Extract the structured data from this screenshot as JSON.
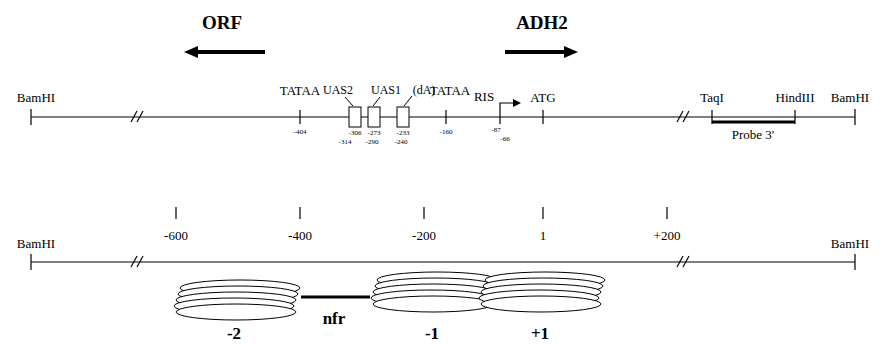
{
  "diagram": {
    "labels": [
      "ORF",
      "ADH2",
      "BamHI",
      "TATAA",
      "UAS2",
      "UAS1",
      "(dA)",
      "TATAA",
      "RIS",
      "ATG",
      "TaqI",
      "HindIII",
      "BamHI",
      "Probe 3'",
      "-404",
      "-306",
      "-273",
      "-233",
      "-314",
      "-290",
      "-240",
      "-160",
      "-87",
      "-66",
      "-600",
      "-400",
      "-200",
      "1",
      "+200",
      "BamHI",
      "BamHI",
      "-2",
      "nfr",
      "-1",
      "+1"
    ]
  }
}
